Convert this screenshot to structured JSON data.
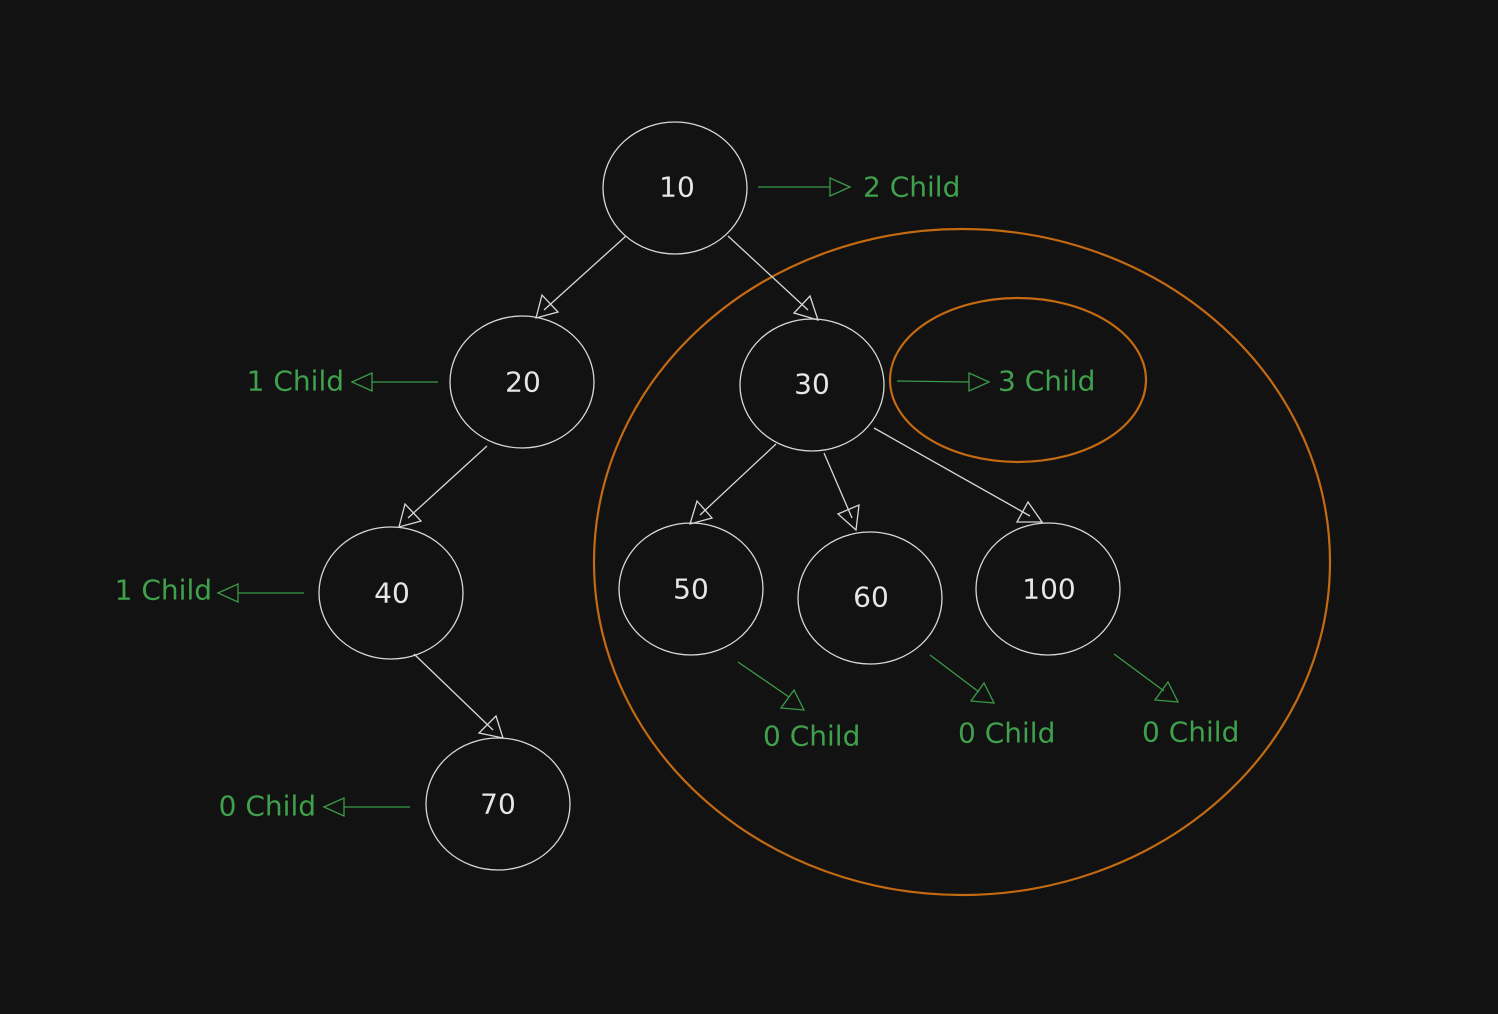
{
  "colors": {
    "background": "#121212",
    "node_stroke": "#d8d8d8",
    "node_text": "#e6e6e6",
    "child_annotation": "#3fa14c",
    "highlight": "#c46a12"
  },
  "nodes": [
    {
      "id": "n10",
      "label": "10"
    },
    {
      "id": "n20",
      "label": "20"
    },
    {
      "id": "n30",
      "label": "30"
    },
    {
      "id": "n40",
      "label": "40"
    },
    {
      "id": "n70",
      "label": "70"
    },
    {
      "id": "n50",
      "label": "50"
    },
    {
      "id": "n60",
      "label": "60"
    },
    {
      "id": "n100",
      "label": "100"
    }
  ],
  "edges": [
    {
      "from": "10",
      "to": "20"
    },
    {
      "from": "10",
      "to": "30"
    },
    {
      "from": "20",
      "to": "40"
    },
    {
      "from": "40",
      "to": "70"
    },
    {
      "from": "30",
      "to": "50"
    },
    {
      "from": "30",
      "to": "60"
    },
    {
      "from": "30",
      "to": "100"
    }
  ],
  "annotations": [
    {
      "node": "10",
      "text": "2 Child"
    },
    {
      "node": "20",
      "text": "1 Child"
    },
    {
      "node": "30",
      "text": "3 Child"
    },
    {
      "node": "40",
      "text": "1 Child"
    },
    {
      "node": "70",
      "text": "0 Child"
    },
    {
      "node": "50",
      "text": "0 Child"
    },
    {
      "node": "60",
      "text": "0 Child"
    },
    {
      "node": "100",
      "text": "0 Child"
    }
  ]
}
